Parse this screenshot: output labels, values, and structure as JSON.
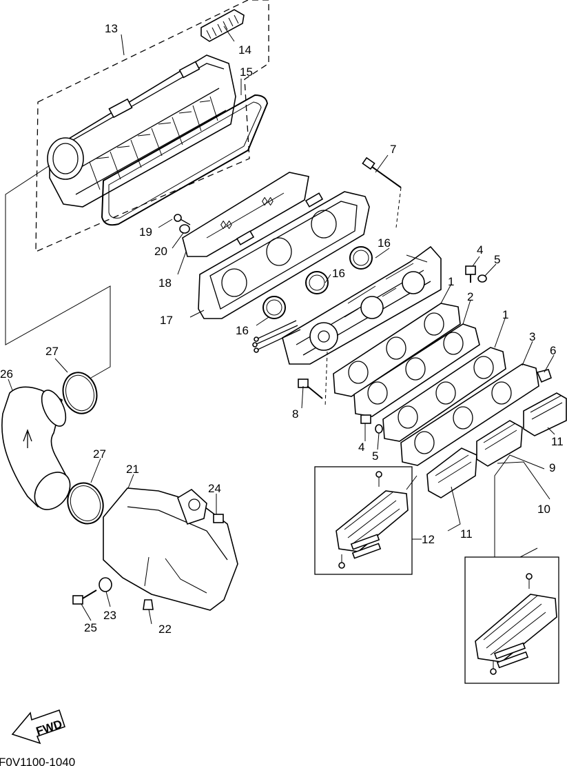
{
  "figure_code": "F0V1100-1040",
  "fwd_label": "FWD",
  "callouts": [
    {
      "id": "c1a",
      "text": "1"
    },
    {
      "id": "c1b",
      "text": "1"
    },
    {
      "id": "c2",
      "text": "2"
    },
    {
      "id": "c3",
      "text": "3"
    },
    {
      "id": "c4a",
      "text": "4"
    },
    {
      "id": "c4b",
      "text": "4"
    },
    {
      "id": "c5a",
      "text": "5"
    },
    {
      "id": "c5b",
      "text": "5"
    },
    {
      "id": "c6",
      "text": "6"
    },
    {
      "id": "c7",
      "text": "7"
    },
    {
      "id": "c8",
      "text": "8"
    },
    {
      "id": "c9",
      "text": "9"
    },
    {
      "id": "c10",
      "text": "10"
    },
    {
      "id": "c11a",
      "text": "11"
    },
    {
      "id": "c11b",
      "text": "11"
    },
    {
      "id": "c12",
      "text": "12"
    },
    {
      "id": "c13",
      "text": "13"
    },
    {
      "id": "c14",
      "text": "14"
    },
    {
      "id": "c15",
      "text": "15"
    },
    {
      "id": "c16a",
      "text": "16"
    },
    {
      "id": "c16b",
      "text": "16"
    },
    {
      "id": "c16c",
      "text": "16"
    },
    {
      "id": "c17",
      "text": "17"
    },
    {
      "id": "c18",
      "text": "18"
    },
    {
      "id": "c19",
      "text": "19"
    },
    {
      "id": "c20",
      "text": "20"
    },
    {
      "id": "c21",
      "text": "21"
    },
    {
      "id": "c22",
      "text": "22"
    },
    {
      "id": "c23",
      "text": "23"
    },
    {
      "id": "c24",
      "text": "24"
    },
    {
      "id": "c25",
      "text": "25"
    },
    {
      "id": "c26",
      "text": "26"
    },
    {
      "id": "c27a",
      "text": "27"
    },
    {
      "id": "c27b",
      "text": "27"
    }
  ]
}
